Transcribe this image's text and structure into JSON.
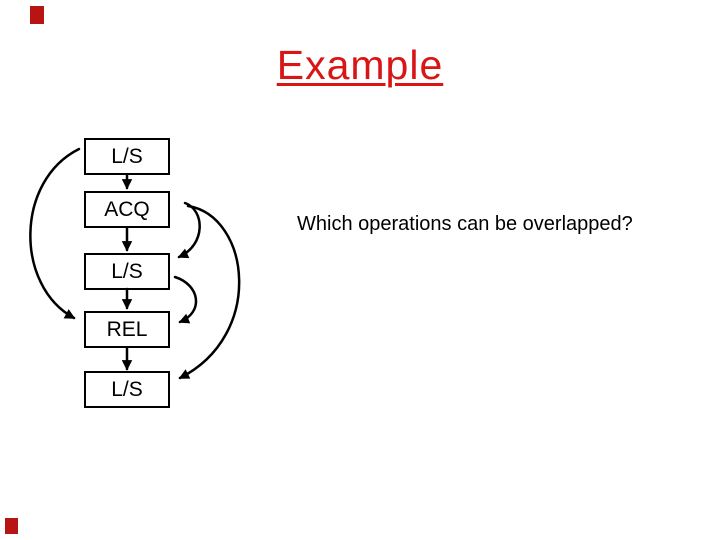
{
  "slide": {
    "title": "Example",
    "question": "Which operations can be overlapped?",
    "colors": {
      "title_red": "#d91515",
      "body_text": "#000000",
      "background": "#ffffff",
      "diagram_stroke": "#000000",
      "corner_mark_red": "#b81414"
    },
    "diagram": {
      "type": "flowchart",
      "boxes": [
        {
          "label": "L/S"
        },
        {
          "label": "ACQ"
        },
        {
          "label": "L/S"
        },
        {
          "label": "REL"
        },
        {
          "label": "L/S"
        }
      ],
      "edges": [
        {
          "from": "L/S-1",
          "to": "ACQ-2",
          "style": "straight-down-arrow"
        },
        {
          "from": "ACQ-2",
          "to": "L/S-3",
          "style": "straight-down-arrow"
        },
        {
          "from": "L/S-3",
          "to": "REL-4",
          "style": "straight-down-arrow"
        },
        {
          "from": "REL-4",
          "to": "L/S-5",
          "style": "straight-down-arrow"
        },
        {
          "from": "L/S-1",
          "to": "REL-4",
          "style": "curved-left-bypass"
        },
        {
          "from": "ACQ-2",
          "to": "L/S-3",
          "style": "curved-right-inner"
        },
        {
          "from": "L/S-3",
          "to": "REL-4",
          "style": "curved-right-inner"
        },
        {
          "from": "ACQ-2",
          "to": "L/S-5",
          "style": "curved-right-outer"
        }
      ]
    }
  }
}
